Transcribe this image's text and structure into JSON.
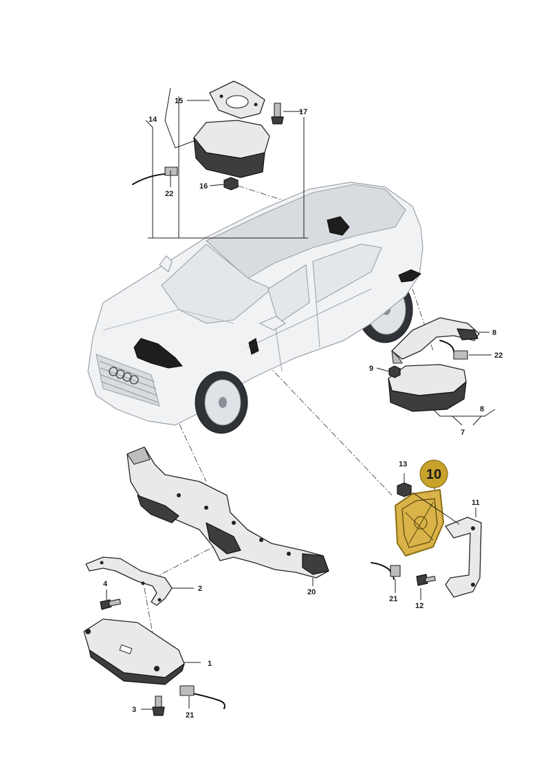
{
  "diagram": {
    "callouts": {
      "c1": "1",
      "c2": "2",
      "c3": "3",
      "c4": "4",
      "c7": "7",
      "c8a": "8",
      "c8b": "8",
      "c9": "9",
      "c10": "10",
      "c11": "11",
      "c12": "12",
      "c13": "13",
      "c14": "14",
      "c15": "15",
      "c16": "16",
      "c17": "17",
      "c20": "20",
      "c21a": "21",
      "c21b": "21",
      "c22a": "22",
      "c22b": "22"
    },
    "highlight_color": "#c9a22b",
    "highlight_fill": "#d9b348"
  }
}
